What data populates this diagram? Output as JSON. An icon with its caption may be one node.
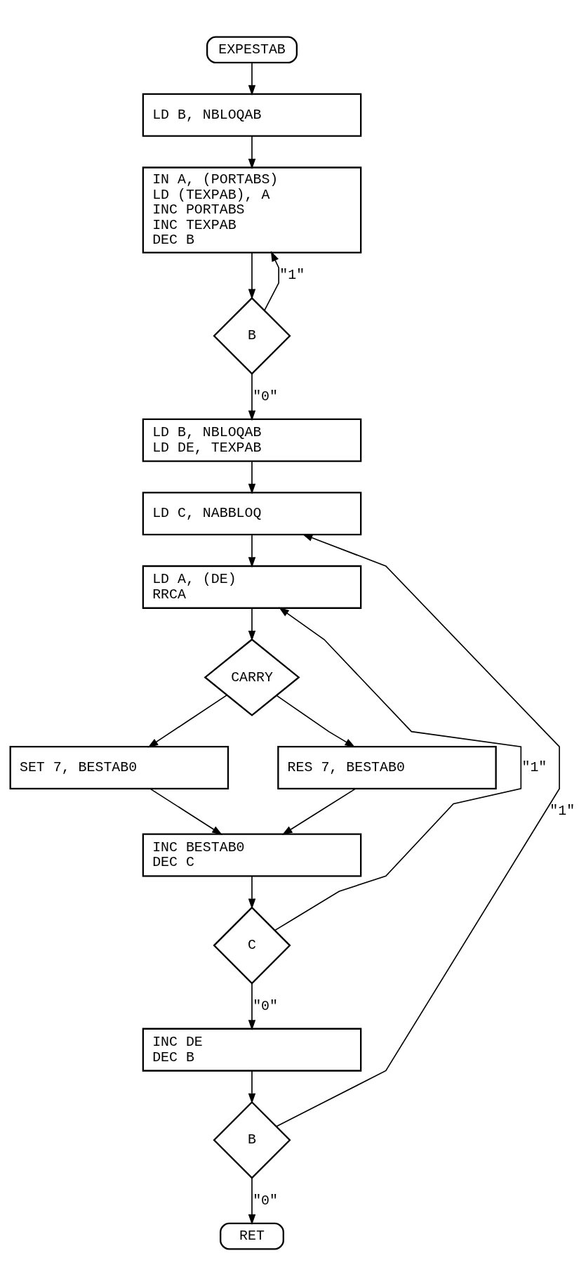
{
  "diagram": {
    "nodes": [
      {
        "text": [
          "EXPESTAB"
        ]
      },
      {
        "text": [
          "LD B, NBLOQAB"
        ]
      },
      {
        "text": [
          "IN A, (PORTABS)",
          "LD (TEXPAB), A",
          "INC PORTABS",
          "INC TEXPAB",
          "DEC B"
        ]
      },
      {
        "text": [
          "B"
        ]
      },
      {
        "text": [
          "LD B, NBLOQAB",
          "LD DE, TEXPAB"
        ]
      },
      {
        "text": [
          "LD C, NABBLOQ"
        ]
      },
      {
        "text": [
          "LD A, (DE)",
          "RRCA"
        ]
      },
      {
        "text": [
          "CARRY"
        ]
      },
      {
        "text": [
          "SET 7, BESTAB0"
        ]
      },
      {
        "text": [
          "RES 7, BESTAB0"
        ]
      },
      {
        "text": [
          "INC BESTAB0",
          "DEC C"
        ]
      },
      {
        "text": [
          "C"
        ]
      },
      {
        "text": [
          "INC DE",
          "DEC B"
        ]
      },
      {
        "text": [
          "B"
        ]
      },
      {
        "text": [
          "RET"
        ]
      }
    ],
    "edges": [
      {
        "from": 0,
        "to": 1,
        "arrow": "to"
      },
      {
        "from": 1,
        "to": 2,
        "arrow": "to"
      },
      {
        "from": 2,
        "to": 3,
        "arrow": "to"
      },
      {
        "from": 3,
        "to": 2,
        "arrow": "to",
        "label": "\"1\""
      },
      {
        "from": 3,
        "to": 4,
        "arrow": "to",
        "label": "\"0\""
      },
      {
        "from": 4,
        "to": 5,
        "arrow": "to"
      },
      {
        "from": 5,
        "to": 6,
        "arrow": "to"
      },
      {
        "from": 6,
        "to": 7,
        "arrow": "to"
      },
      {
        "from": 7,
        "to": 8,
        "arrow": "to"
      },
      {
        "from": 7,
        "to": 9,
        "arrow": "to"
      },
      {
        "from": 8,
        "to": 10,
        "arrow": "to"
      },
      {
        "from": 9,
        "to": 10,
        "arrow": "to"
      },
      {
        "from": 10,
        "to": 11,
        "arrow": "to"
      },
      {
        "from": 11,
        "to": 6,
        "arrow": "to",
        "label": "\"1\""
      },
      {
        "from": 11,
        "to": 12,
        "arrow": "to",
        "label": "\"0\""
      },
      {
        "from": 12,
        "to": 13,
        "arrow": "to"
      },
      {
        "from": 13,
        "to": 5,
        "arrow": "to",
        "label": "\"1\""
      },
      {
        "from": 13,
        "to": 14,
        "arrow": "to",
        "label": "\"0\""
      }
    ]
  }
}
